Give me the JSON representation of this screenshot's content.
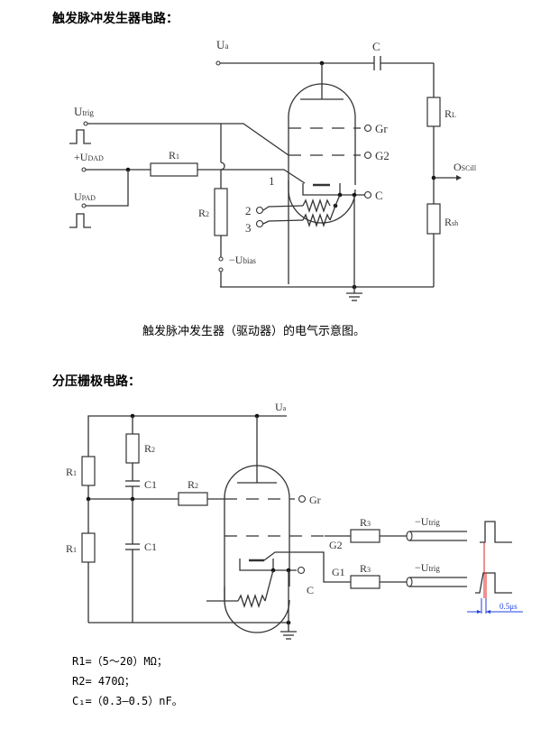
{
  "circuit1": {
    "heading": "触发脉冲发生器电路：",
    "caption": "触发脉冲发生器（驱动器）的电气示意图。",
    "labels": {
      "ua": "U",
      "ua_sub": "a",
      "capacitor": "C",
      "utrig": "U",
      "utrig_sub": "trig",
      "udad": "+U",
      "udad_sub": "DAD",
      "upad": "U",
      "upad_sub": "PAD",
      "r1": "R",
      "r1_sub": "1",
      "r2": "R",
      "r2_sub": "2",
      "ubias": "−U",
      "ubias_sub": "bias",
      "gr": "Gr",
      "g2": "G2",
      "cathode": "C",
      "electrode_1": "1",
      "electrode_2": "2",
      "electrode_3": "3",
      "rl": "R",
      "rl_sub": "L",
      "osc": "O",
      "osc_sub": "SCill",
      "rsh": "R",
      "rsh_sub": "sh"
    }
  },
  "circuit2": {
    "heading": "分压栅极电路：",
    "labels": {
      "ua": "U",
      "ua_sub": "a",
      "r1_top": "R",
      "r1_top_sub": "1",
      "r1_bottom": "R",
      "r1_bottom_sub": "1",
      "r2_vertical": "R",
      "r2_vertical_sub": "2",
      "c1_top": "C1",
      "c1_bottom": "C1",
      "r2_horizontal": "R",
      "r2_horizontal_sub": "2",
      "gr": "Gr",
      "g2": "G2",
      "g1": "G1",
      "cathode": "C",
      "r3_top": "R",
      "r3_top_sub": "3",
      "r3_bottom": "R",
      "r3_bottom_sub": "3",
      "utrig_top": "−U",
      "utrig_top_sub": "trig",
      "utrig_bottom": "−U",
      "utrig_bottom_sub": "trig",
      "delay": "0.5μs"
    },
    "colors": {
      "delay_marker": "#e02020",
      "dimension": "#2040e0"
    }
  },
  "parameters": [
    "R1=（5～20）MΩ；",
    "R2= 470Ω；",
    "C₁=（0.3–0.5）nF。"
  ]
}
